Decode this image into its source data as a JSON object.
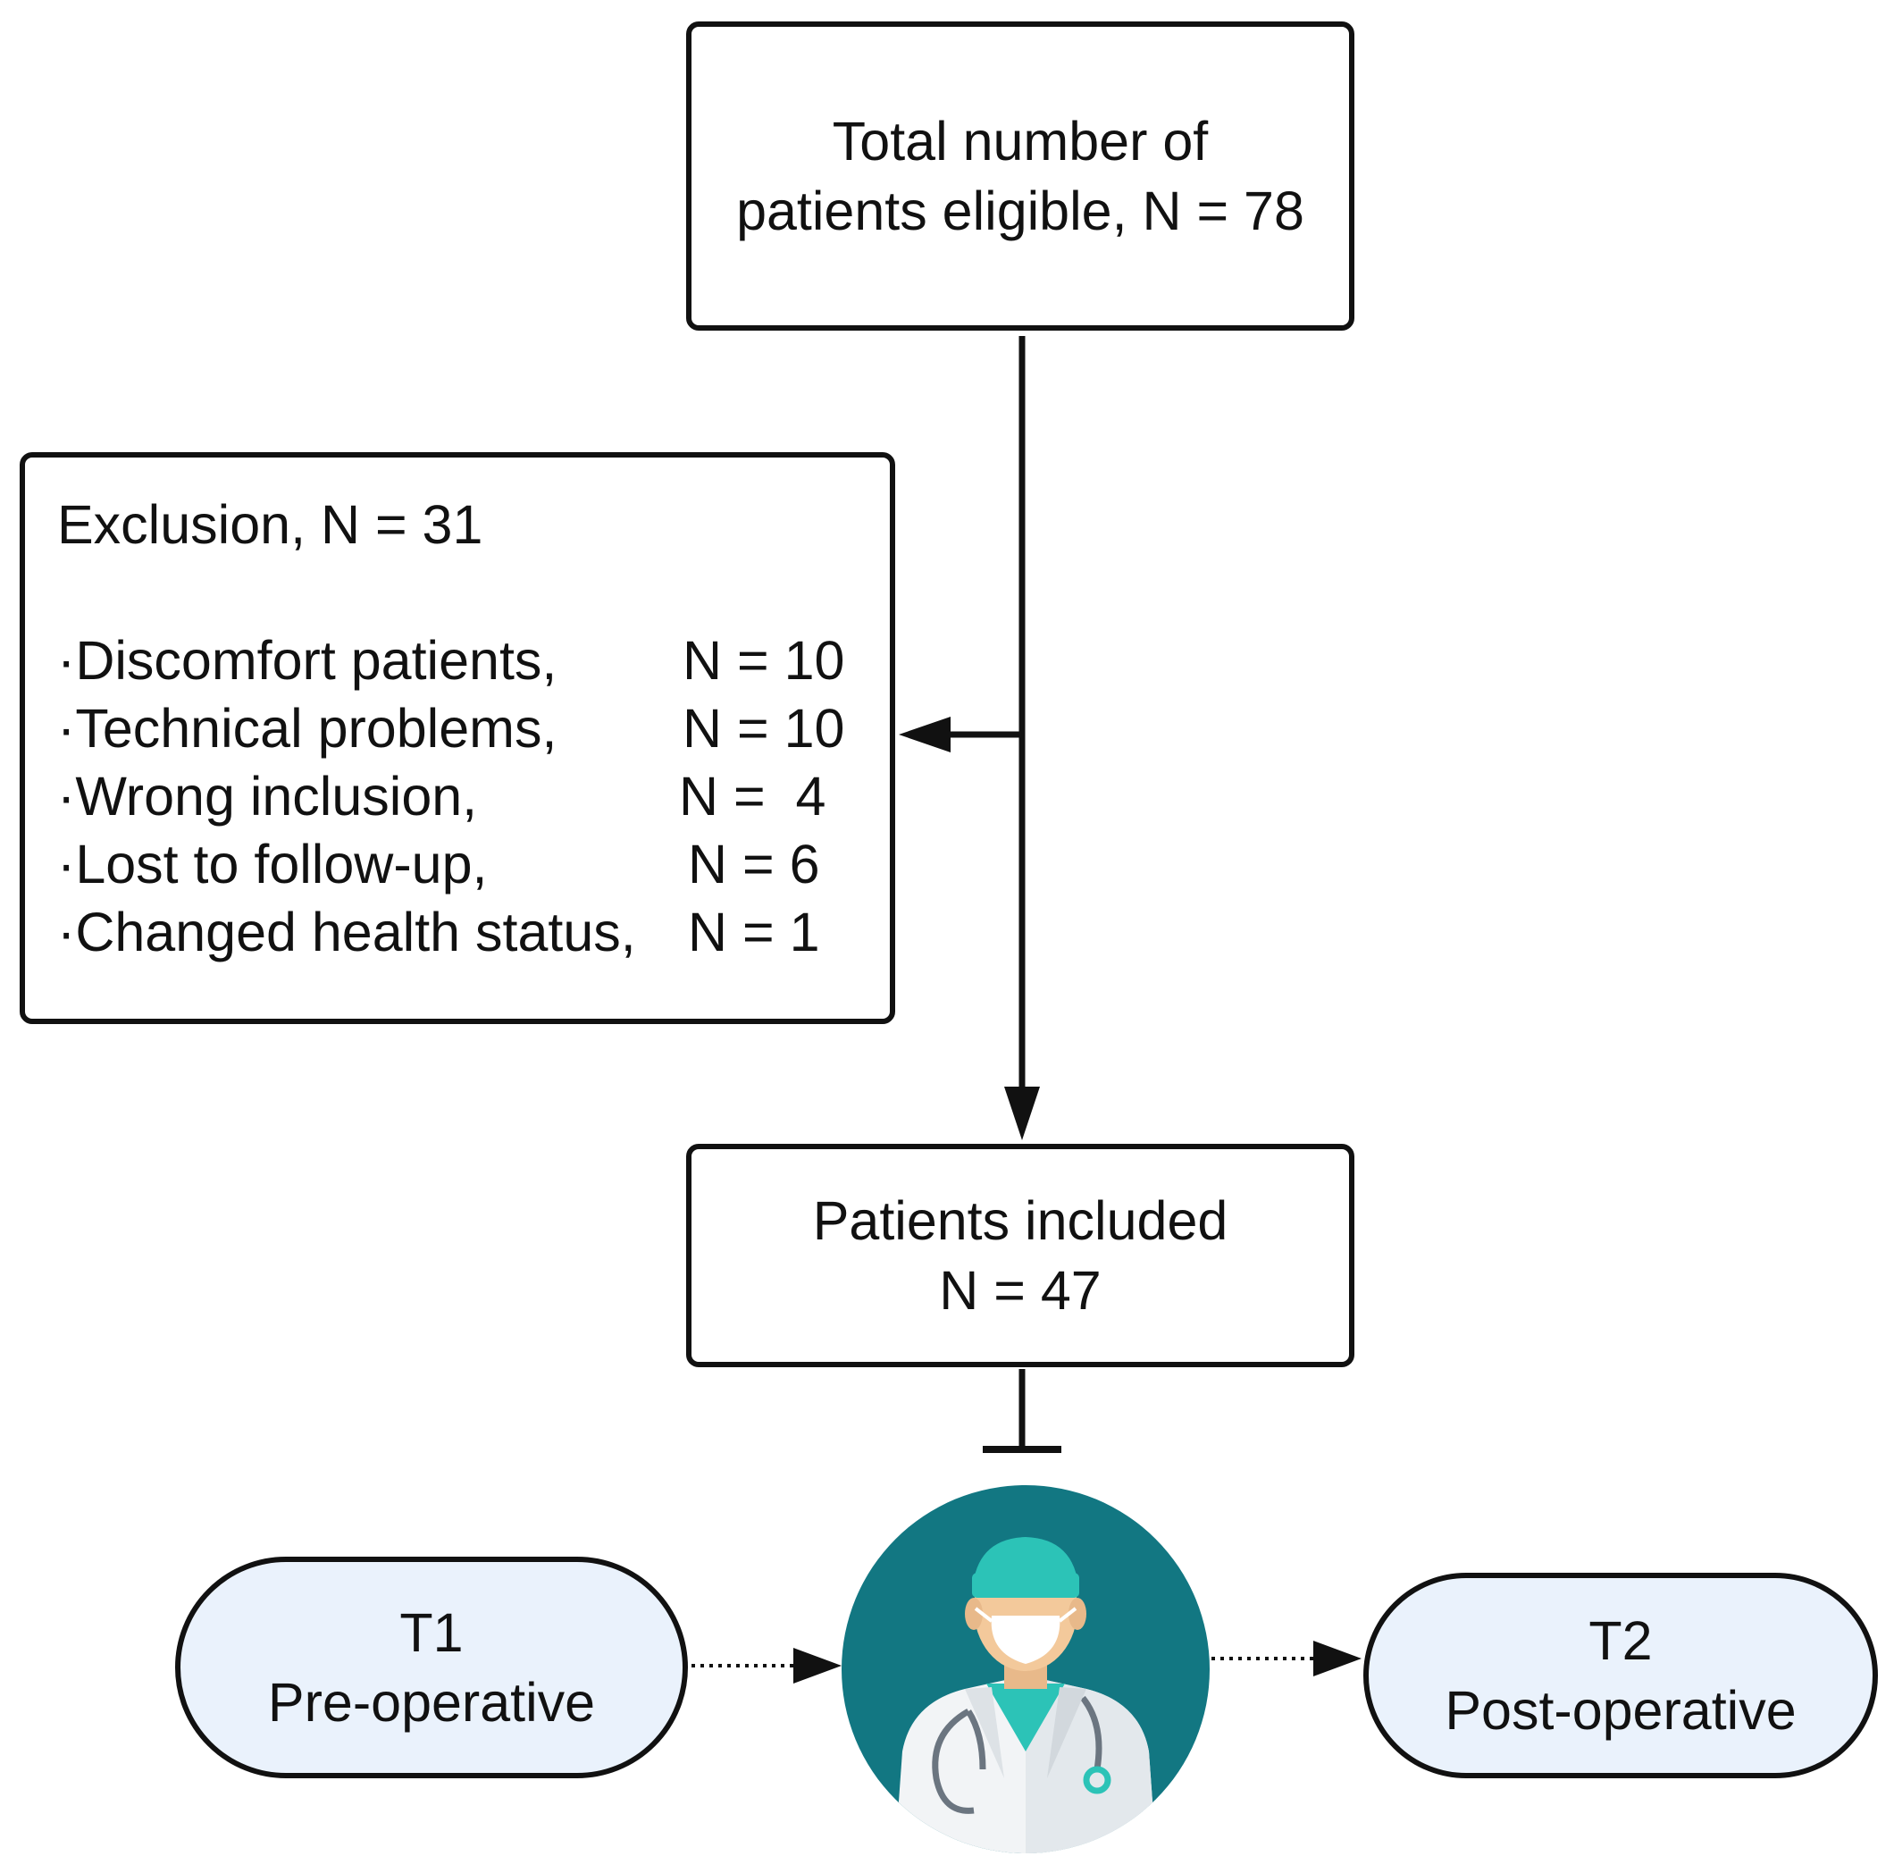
{
  "flowchart": {
    "total_box": {
      "line1": "Total number of",
      "line2": "patients eligible, N = 78"
    },
    "exclusion_box": {
      "title": "Exclusion, N = 31",
      "items": [
        {
          "label": "·Discomfort patients,",
          "count": "N = 10"
        },
        {
          "label": "·Technical problems,",
          "count": "N = 10"
        },
        {
          "label": "·Wrong inclusion,",
          "count": "N =  4"
        },
        {
          "label": "·Lost to follow-up,",
          "count": "N = 6"
        },
        {
          "label": "·Changed health status,",
          "count": "N = 1"
        }
      ]
    },
    "included_box": {
      "line1": "Patients included",
      "line2": "N = 47"
    },
    "t1": {
      "line1": "T1",
      "line2": "Pre-operative"
    },
    "t2": {
      "line1": "T2",
      "line2": "Post-operative"
    }
  },
  "colors": {
    "pill_fill": "#eaf2fc",
    "avatar_bg": "#127782",
    "cap_color": "#2cc3b7",
    "skin": "#f3c99b",
    "coat": "#f2f4f6"
  },
  "icons": {
    "avatar": "surgeon-avatar-icon"
  }
}
